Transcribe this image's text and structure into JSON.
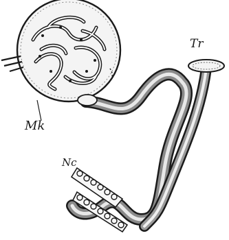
{
  "labels": {
    "tr": "Tr",
    "mk": "Mk",
    "nc": "Nc"
  },
  "colors": {
    "ink": "#1a1a1a",
    "paper": "#ffffff",
    "shade": "#5a5a5a"
  }
}
